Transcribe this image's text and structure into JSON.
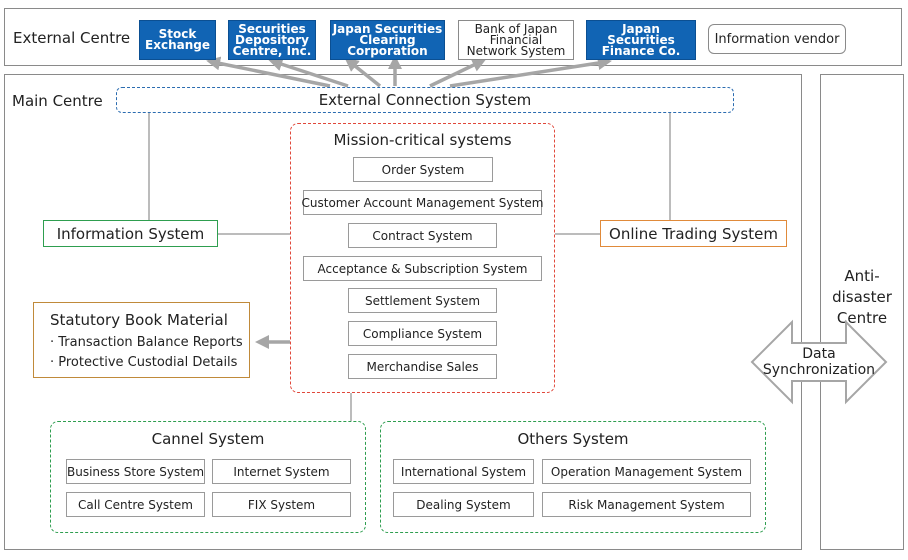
{
  "external_centre": {
    "label": "External Centre",
    "vendors": [
      {
        "label": "Stock\nExchange",
        "style": "solid"
      },
      {
        "label": "Securities\nDepository\nCentre, Inc.",
        "style": "solid"
      },
      {
        "label": "Japan Securities\nClearing\nCorporation",
        "style": "solid"
      },
      {
        "label": "Bank of Japan\nFinancial\nNetwork System",
        "style": "outline"
      },
      {
        "label": "Japan Securities\nFinance Co.",
        "style": "solid"
      },
      {
        "label": "Information vendor",
        "style": "rounded"
      }
    ]
  },
  "main_centre": {
    "label": "Main Centre",
    "external_connection": "External Connection System",
    "mission_critical": {
      "title": "Mission-critical systems",
      "items": [
        "Order System",
        "Customer Account Management System",
        "Contract System",
        "Acceptance & Subscription System",
        "Settlement System",
        "Compliance System",
        "Merchandise Sales"
      ]
    },
    "information_system": "Information System",
    "online_trading_system": "Online Trading System",
    "statutory": {
      "title": "Statutory Book Material",
      "items": [
        "· Transaction Balance Reports",
        "· Protective Custodial Details"
      ]
    },
    "cannel_system": {
      "title": "Cannel System",
      "items": [
        "Business Store System",
        "Internet System",
        "Call Centre System",
        "FIX System"
      ]
    },
    "others_system": {
      "title": "Others System",
      "items": [
        "International System",
        "Operation Management System",
        "Dealing System",
        "Risk Management System"
      ]
    }
  },
  "anti_disaster": {
    "label": "Anti-disaster\nCentre",
    "sync_label": "Data\nSynchronization"
  },
  "colors": {
    "vendor_blue": "#1164b4",
    "connection_dash": "#2b6cb0",
    "mission_dash": "#e0473a",
    "group_dash": "#2e9e4f",
    "info_border": "#2e9e4f",
    "online_border": "#e08a3a",
    "statutory_border": "#c08a3a",
    "arrow_gray": "#a6a6a6"
  }
}
